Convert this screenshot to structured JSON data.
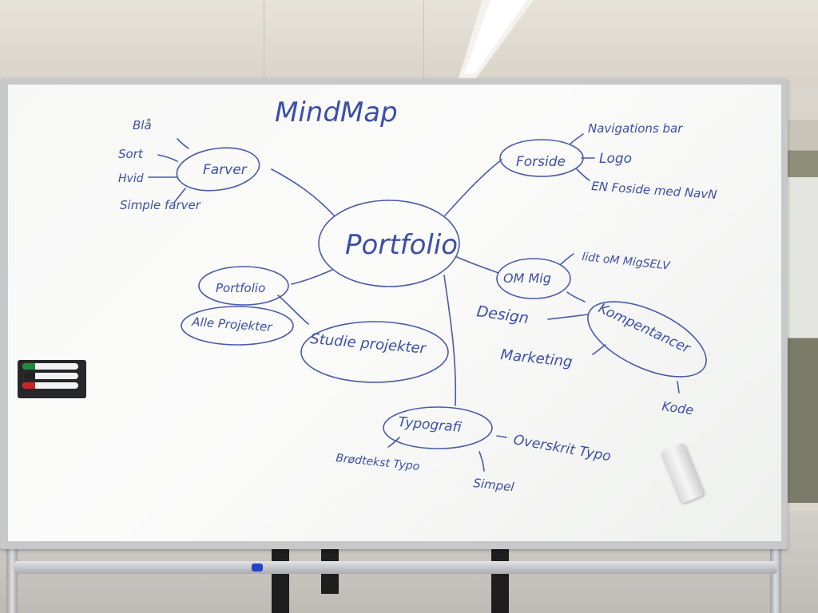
{
  "whiteboard": {
    "title": "MindMap",
    "center": "Portfolio",
    "branches": {
      "farver": {
        "label": "Farver",
        "items": [
          "Blå",
          "Sort",
          "Hvid",
          "Simple farver"
        ]
      },
      "forside": {
        "label": "Forside",
        "items": [
          "Navigations bar",
          "Logo",
          "EN Foside med NavN"
        ]
      },
      "om_mig": {
        "label": "OM Mig",
        "items": [
          "lidt oM MigSELV"
        ]
      },
      "kompetancer": {
        "label": "Kompentancer",
        "items": [
          "Design",
          "Marketing",
          "Kode"
        ]
      },
      "portfolio_sub": {
        "label": "Portfolio",
        "items": [
          "Alle Projekter",
          "Studie projekter"
        ]
      },
      "typografi": {
        "label": "Typografi",
        "items": [
          "Brødtekst Typo",
          "Overskrit Typo",
          "Simpel"
        ]
      }
    }
  },
  "colors": {
    "ink": "#3b4fa8",
    "board": "#f7f8f6",
    "frame": "#c7c8ca",
    "marker_green": "#1f8a3b",
    "marker_red": "#c62828",
    "marker_black": "#222222"
  }
}
